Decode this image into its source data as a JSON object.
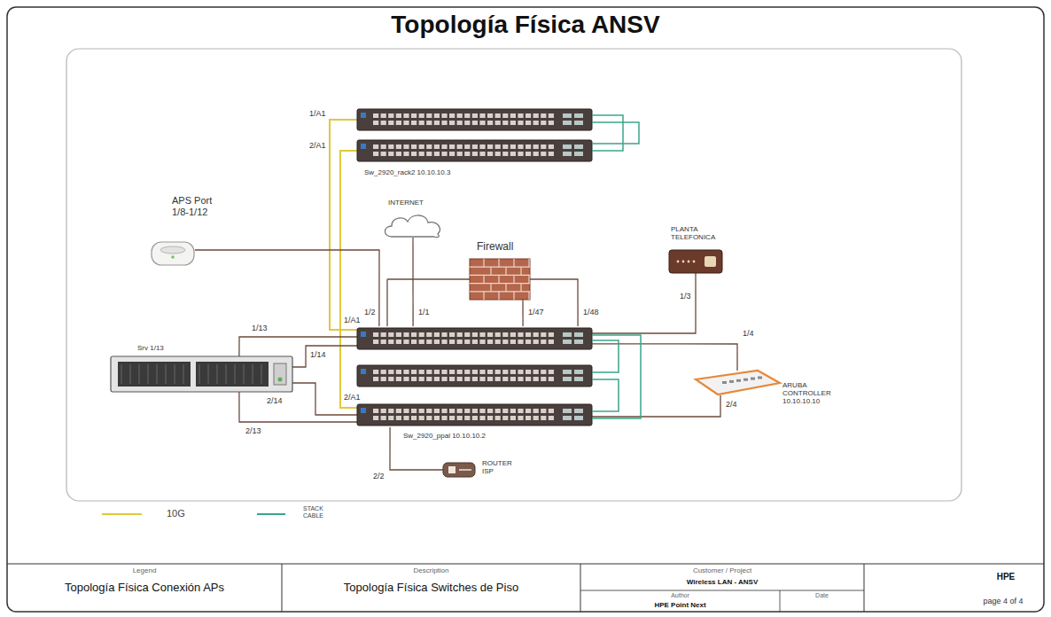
{
  "diagram": {
    "title": "Topología Física ANSV",
    "nodes": [
      {
        "text": [
          "Sw_2920_rack2 10.10.10.3"
        ]
      },
      {
        "text": [
          "APS Port 1/8-1/12"
        ]
      },
      {
        "text": [
          "INTERNET"
        ]
      },
      {
        "text": [
          "Firewall"
        ]
      },
      {
        "text": [
          "PLANTA TELEFONICA"
        ]
      },
      {
        "text": [
          "Srv 1/13"
        ]
      },
      {
        "text": [
          "Sw_2920_ppal 10.10.10.2"
        ]
      },
      {
        "text": [
          "ARUBA CONTROLLER 10.10.10.10"
        ]
      },
      {
        "text": [
          "ROUTER ISP"
        ]
      }
    ],
    "edges": [
      {
        "from": 0,
        "to": 6,
        "label": "1/A1",
        "arrow": "none"
      },
      {
        "from": 0,
        "to": 6,
        "label": "2/A1",
        "arrow": "none"
      },
      {
        "from": 1,
        "to": 6,
        "label": "1/2",
        "arrow": "none"
      },
      {
        "from": 2,
        "to": 6,
        "label": "1/1",
        "arrow": "none"
      },
      {
        "from": 3,
        "to": 6,
        "label": "1/47",
        "arrow": "none"
      },
      {
        "from": 3,
        "to": 6,
        "label": "1/48",
        "arrow": "none"
      },
      {
        "from": 4,
        "to": 6,
        "label": "1/3",
        "arrow": "none"
      },
      {
        "from": 7,
        "to": 6,
        "label": "1/4",
        "arrow": "none"
      },
      {
        "from": 7,
        "to": 6,
        "label": "2/4",
        "arrow": "none"
      },
      {
        "from": 5,
        "to": 6,
        "label": "1/13",
        "arrow": "none"
      },
      {
        "from": 5,
        "to": 6,
        "label": "1/14",
        "arrow": "none"
      },
      {
        "from": 5,
        "to": 6,
        "label": "2/14",
        "arrow": "none"
      },
      {
        "from": 5,
        "to": 6,
        "label": "2/13",
        "arrow": "none"
      },
      {
        "from": 8,
        "to": 6,
        "label": "2/2",
        "arrow": "none"
      }
    ],
    "labels": [
      "1/A1",
      "2/A1",
      "Legend",
      "Topología Física Conexión APs",
      "Description",
      "Topología Física Switches de Piso",
      "Customer / Project",
      "Wireless LAN - ANSV",
      "Author",
      "HPE Point Next",
      "Date",
      "HPE",
      "page 4 of 4"
    ],
    "legend": [
      {
        "text": "10G"
      },
      {
        "text": "STACK CABLE"
      }
    ]
  }
}
